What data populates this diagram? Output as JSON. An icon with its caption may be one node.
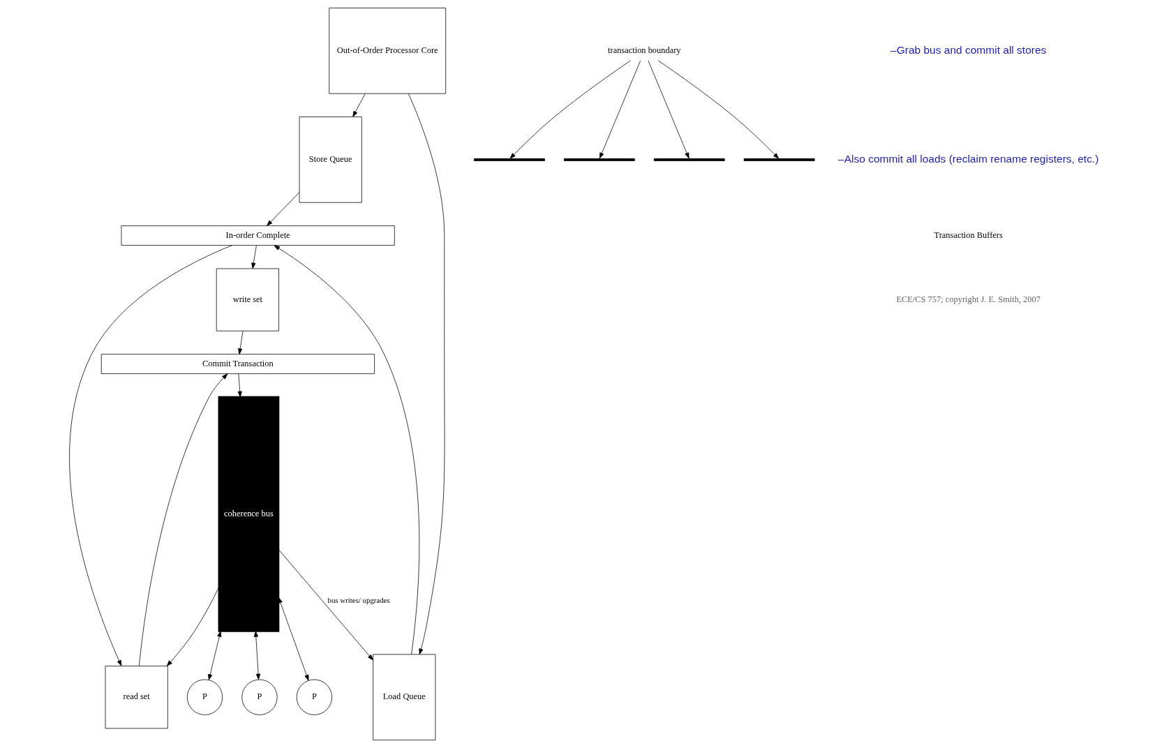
{
  "diagram": {
    "nodes": [
      {
        "text": [
          "Store Queue"
        ]
      },
      {
        "text": [
          "Out-of-Order Processor Core"
        ]
      },
      {
        "text": [
          "Load Queue"
        ]
      },
      {
        "text": [
          "In-order Complete"
        ]
      },
      {
        "text": [
          "write set"
        ]
      },
      {
        "text": [
          "read set"
        ]
      },
      {
        "text": [
          "Commit Transaction"
        ]
      },
      {
        "text": [
          "coherence bus"
        ]
      },
      {
        "text": [
          "P"
        ]
      },
      {
        "text": [
          "P"
        ]
      },
      {
        "text": [
          "P"
        ]
      },
      {
        "text": [
          "transaction boundary"
        ]
      },
      {
        "text": [],
        "shape": "bar"
      },
      {
        "text": [],
        "shape": "bar"
      },
      {
        "text": [],
        "shape": "bar"
      },
      {
        "text": [],
        "shape": "bar"
      }
    ],
    "edges": [
      {
        "from": 1,
        "to": 0,
        "arrow": "to"
      },
      {
        "from": 1,
        "to": 2,
        "arrow": "to"
      },
      {
        "from": 0,
        "to": 3,
        "arrow": "to"
      },
      {
        "from": 2,
        "to": 3,
        "arrow": "to"
      },
      {
        "from": 3,
        "to": 4,
        "arrow": "to"
      },
      {
        "from": 3,
        "to": 5,
        "arrow": "to"
      },
      {
        "from": 4,
        "to": 6,
        "arrow": "to"
      },
      {
        "from": 5,
        "to": 6,
        "arrow": "to"
      },
      {
        "from": 6,
        "to": 7,
        "arrow": "to"
      },
      {
        "from": 7,
        "to": 2,
        "arrow": "to",
        "label": "bus writes/ upgrades"
      },
      {
        "from": 7,
        "to": 5,
        "arrow": "to"
      },
      {
        "from": 7,
        "to": 8,
        "arrow": "both"
      },
      {
        "from": 7,
        "to": 9,
        "arrow": "both"
      },
      {
        "from": 7,
        "to": 10,
        "arrow": "both"
      },
      {
        "from": 11,
        "to": 12,
        "arrow": "to"
      },
      {
        "from": 11,
        "to": 13,
        "arrow": "to"
      },
      {
        "from": 11,
        "to": 14,
        "arrow": "to"
      },
      {
        "from": 11,
        "to": 15,
        "arrow": "to"
      }
    ],
    "labels": [
      "–Grab bus and commit all stores",
      "–Also commit all loads (reclaim rename registers, etc.)",
      "Transaction Buffers",
      "ECE/CS 757; copyright J. E. Smith, 2007"
    ]
  }
}
